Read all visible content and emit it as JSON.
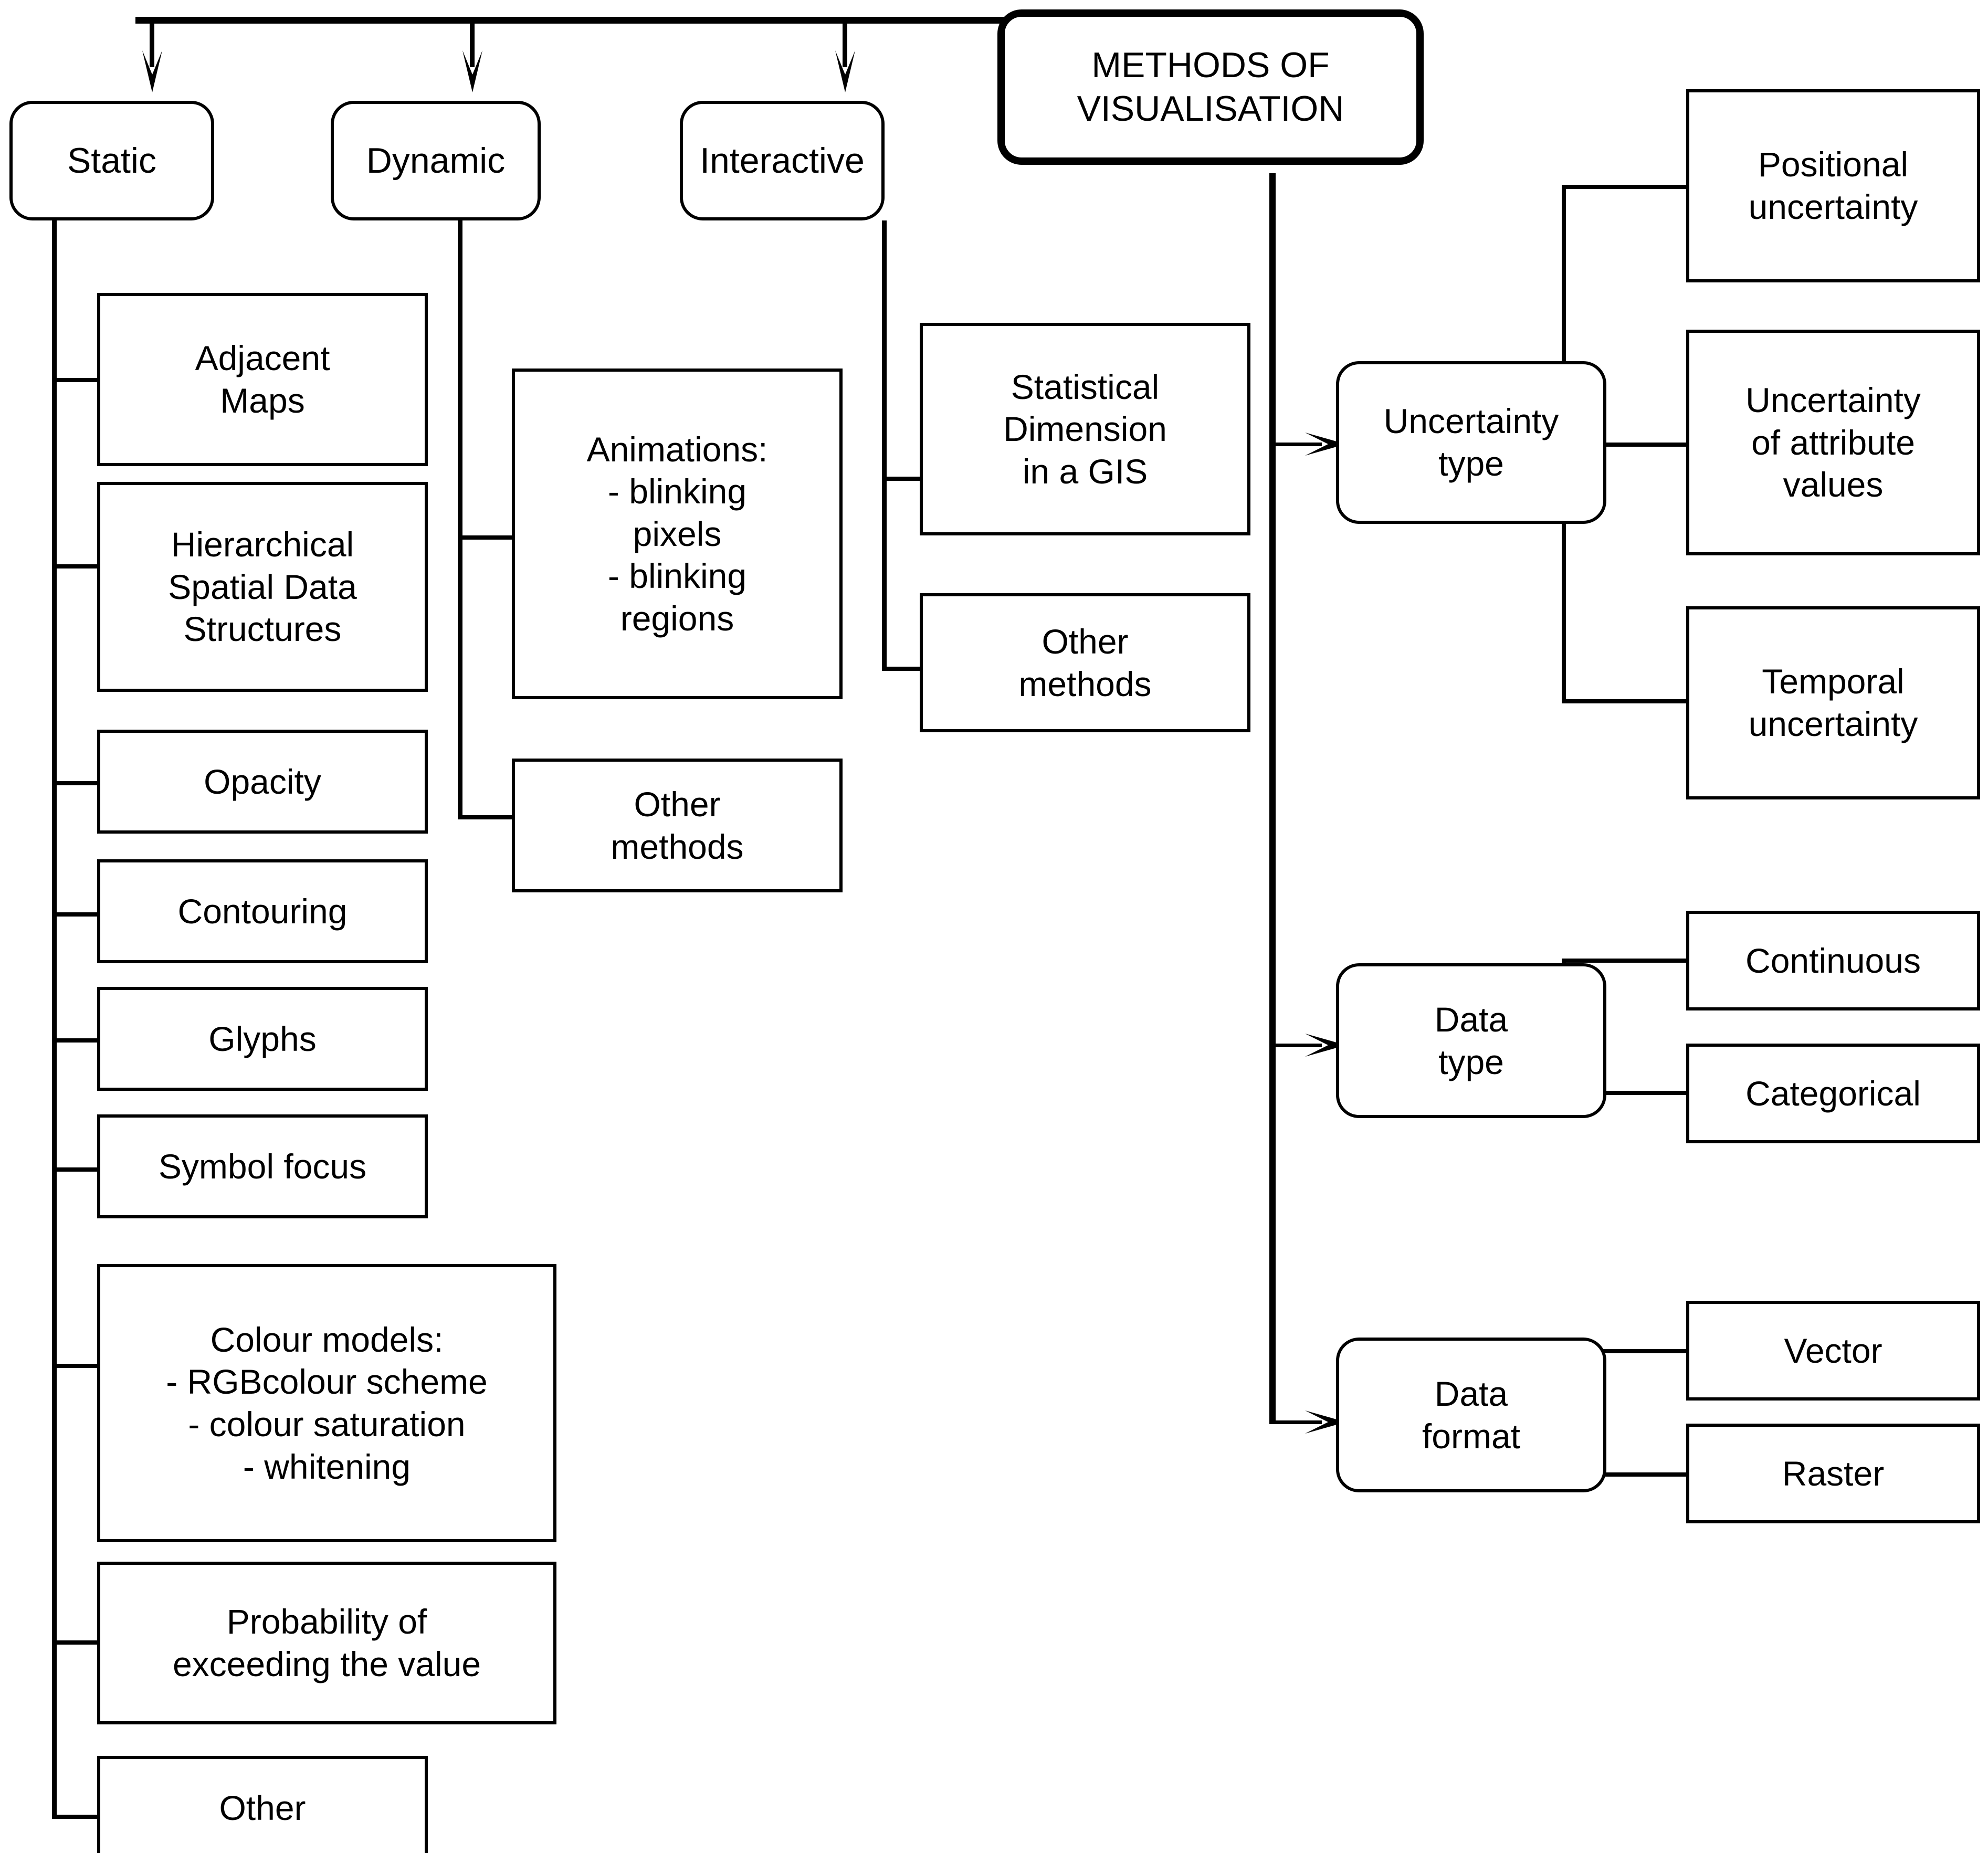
{
  "diagram": {
    "title": "METHODS OF\nVISUALISATION",
    "root": {
      "label": "METHODS OF\nVISUALISATION"
    },
    "branches": [
      {
        "key": "static",
        "label": "Static"
      },
      {
        "key": "dynamic",
        "label": "Dynamic"
      },
      {
        "key": "interactive",
        "label": "Interactive"
      }
    ],
    "static_children": [
      {
        "label": "Adjacent\nMaps"
      },
      {
        "label": "Hierarchical\nSpatial Data\nStructures"
      },
      {
        "label": "Opacity"
      },
      {
        "label": "Contouring"
      },
      {
        "label": "Glyphs"
      },
      {
        "label": "Symbol focus"
      },
      {
        "label": "Colour models:\n- RGBcolour scheme\n- colour saturation\n- whitening"
      },
      {
        "label": "Probability of\nexceeding the value"
      },
      {
        "label": "Other"
      }
    ],
    "dynamic_children": [
      {
        "label": "Animations:\n- blinking\npixels\n- blinking\nregions"
      },
      {
        "label": "Other\nmethods"
      }
    ],
    "interactive_children": [
      {
        "label": "Statistical\nDimension\nin a GIS"
      },
      {
        "label": "Other\nmethods"
      }
    ],
    "right_groups": [
      {
        "key": "uncertainty-type",
        "label": "Uncertainty\ntype",
        "children": [
          {
            "label": "Positional\nuncertainty"
          },
          {
            "label": "Uncertainty\nof attribute\nvalues"
          },
          {
            "label": "Temporal\nuncertainty"
          }
        ]
      },
      {
        "key": "data-type",
        "label": "Data\ntype",
        "children": [
          {
            "label": "Continuous"
          },
          {
            "label": "Categorical"
          }
        ]
      },
      {
        "key": "data-format",
        "label": "Data\nformat",
        "children": [
          {
            "label": "Vector"
          },
          {
            "label": "Raster"
          }
        ]
      }
    ],
    "colors": {
      "stroke": "#000000",
      "background": "#ffffff"
    }
  }
}
